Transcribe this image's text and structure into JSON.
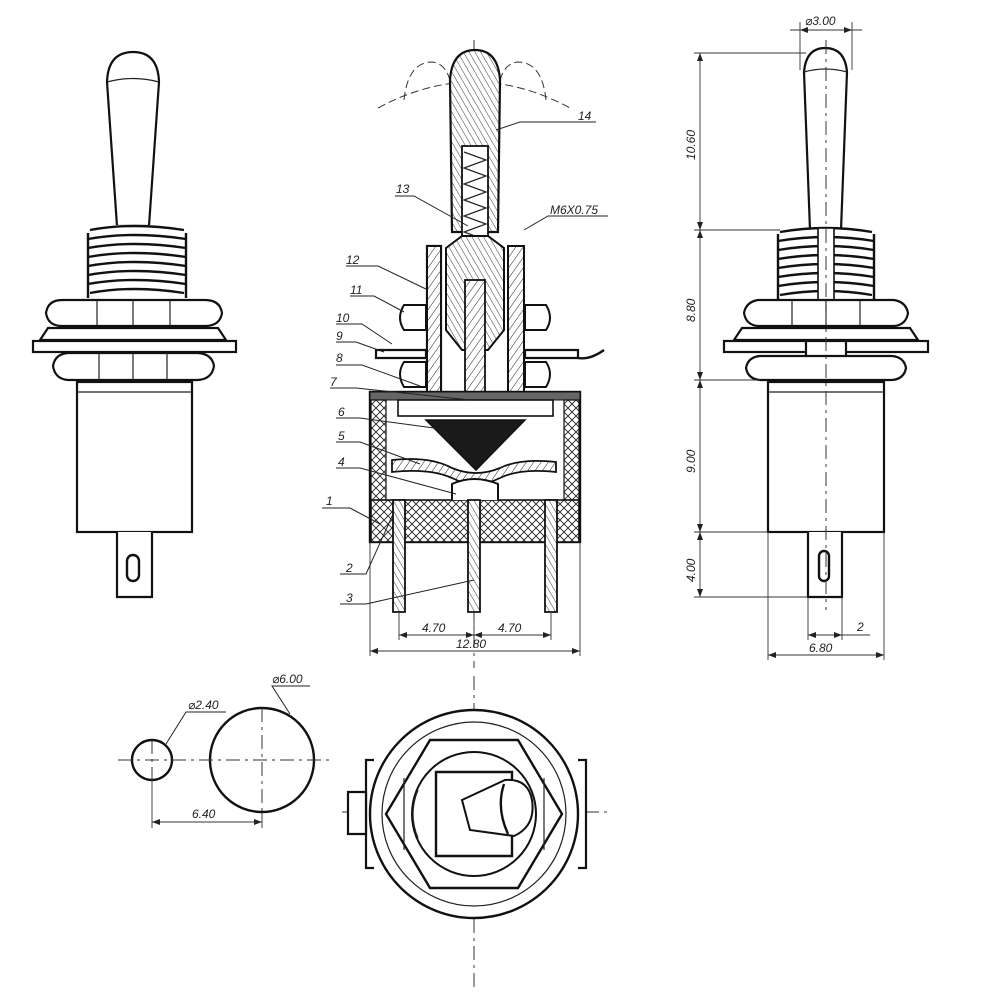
{
  "dimensions": {
    "toggle_diameter": "⌀3.00",
    "lever_height": "10.60",
    "bushing_height": "8.80",
    "body_height": "9.00",
    "terminal_length": "4.00",
    "terminal_width": "2",
    "body_width_side": "6.80",
    "pin_pitch_left": "4.70",
    "pin_pitch_right": "4.70",
    "body_width_front": "12.80",
    "thread_spec": "M6X0.75",
    "hole_small": "⌀2.40",
    "hole_large": "⌀6.00",
    "hole_spacing": "6.40"
  },
  "part_labels": [
    "1",
    "2",
    "3",
    "4",
    "5",
    "6",
    "7",
    "8",
    "9",
    "10",
    "11",
    "12",
    "13",
    "14"
  ],
  "colors": {
    "line": "#111111",
    "background": "#ffffff",
    "hatch": "#222222"
  }
}
